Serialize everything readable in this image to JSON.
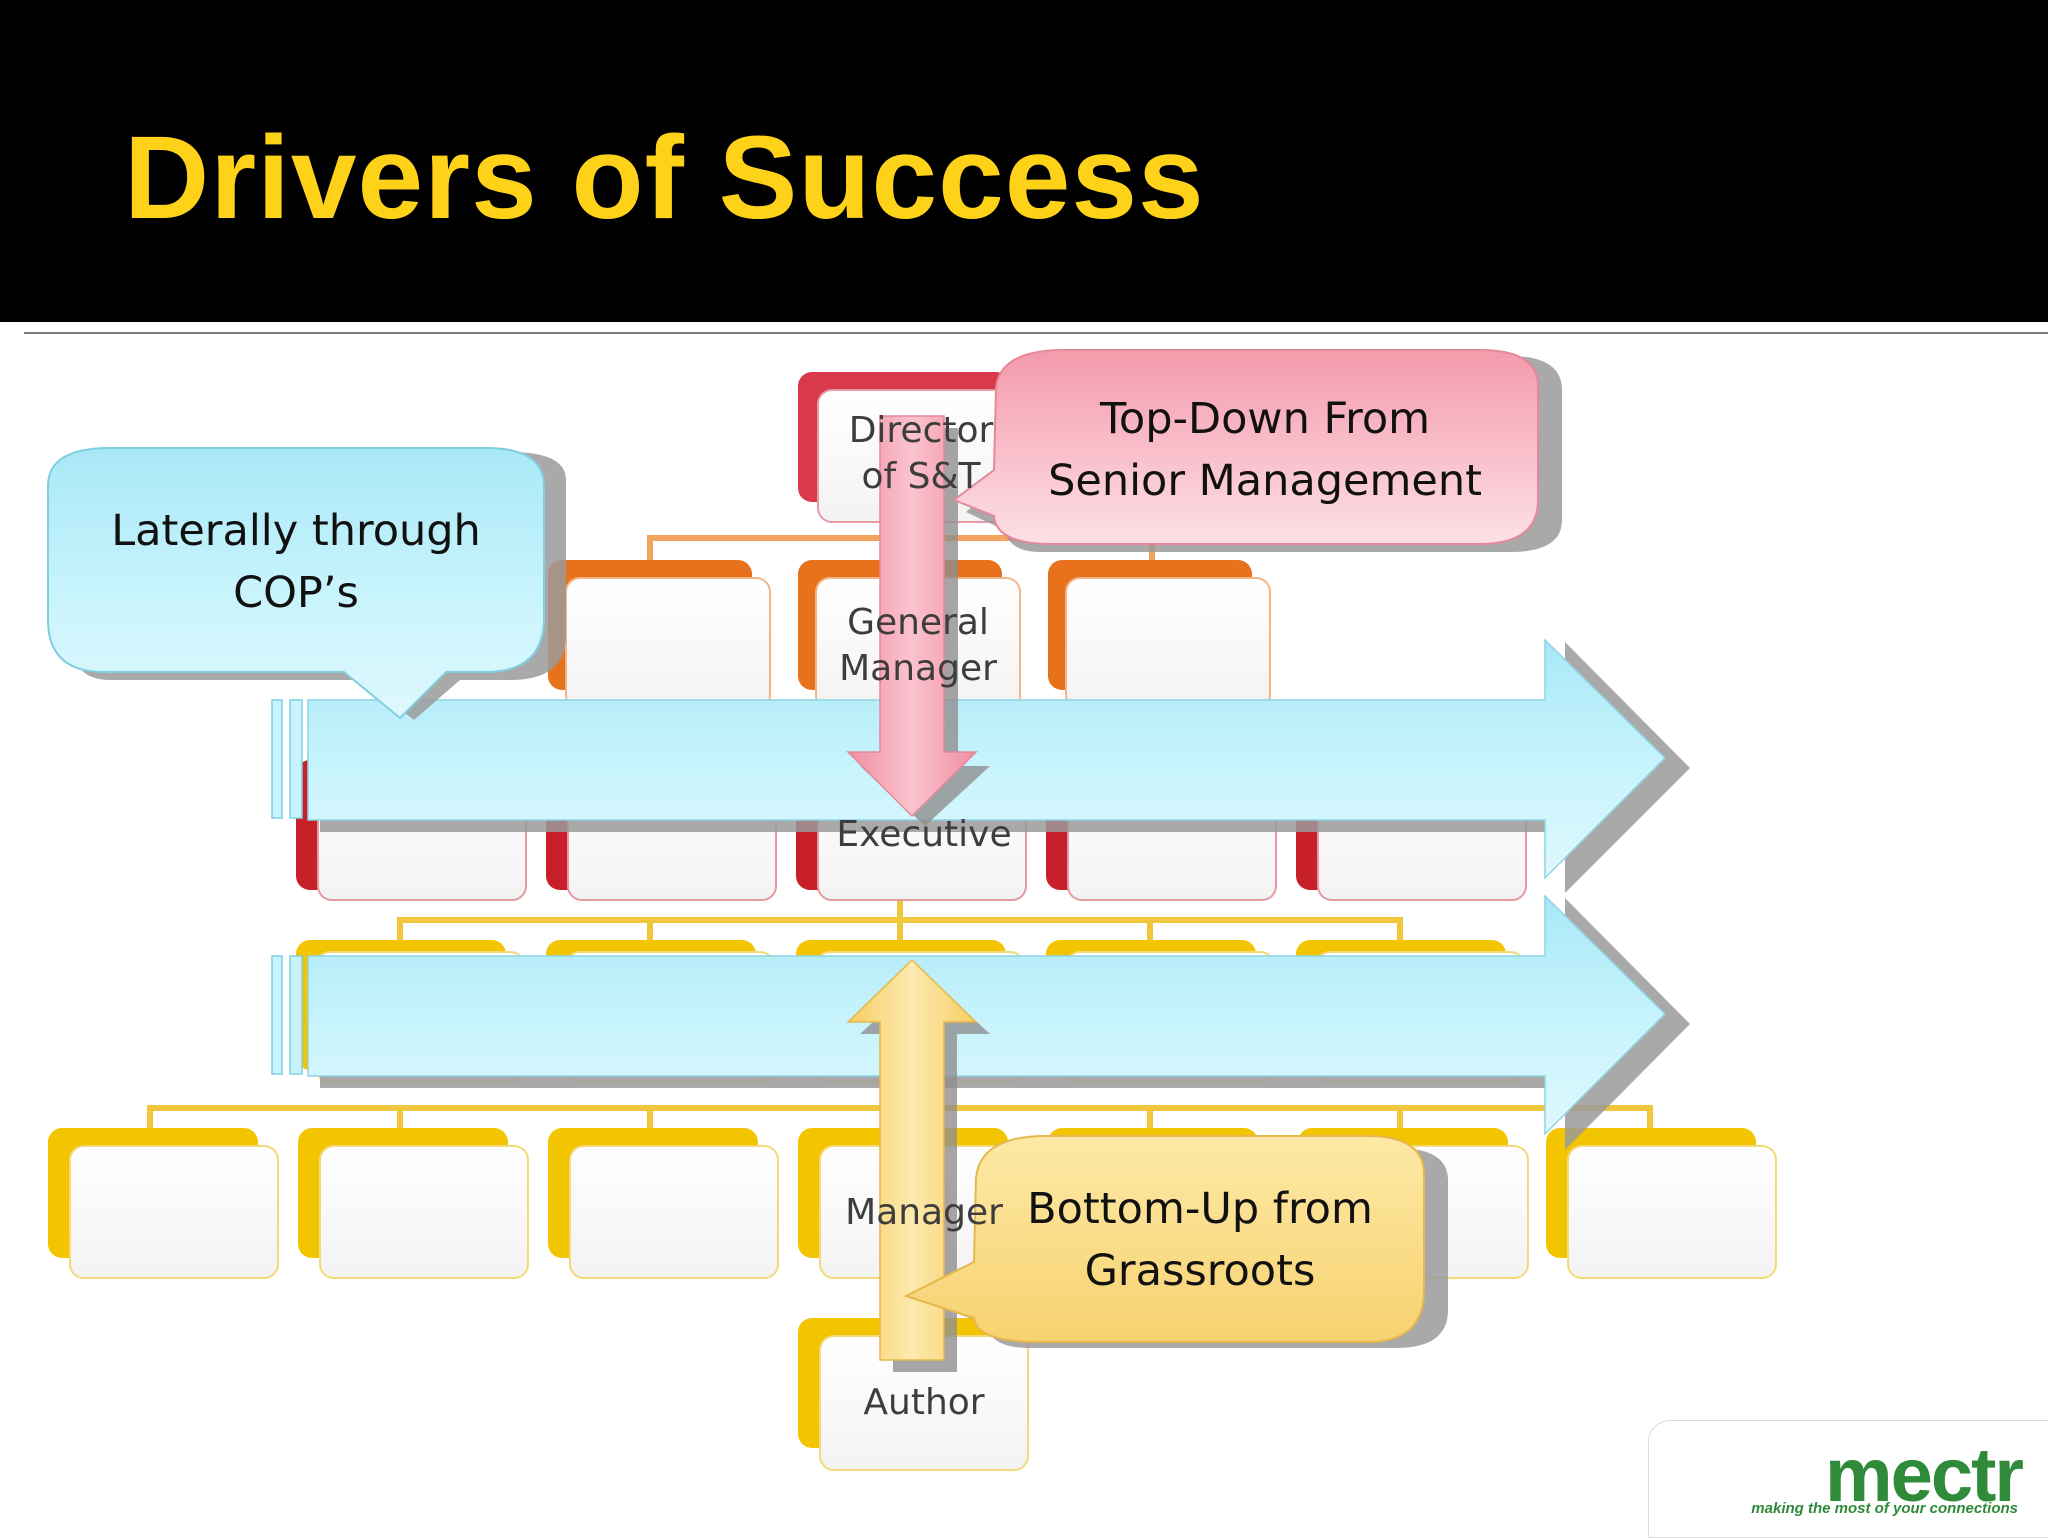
{
  "title": "Drivers of Success",
  "org_chart": {
    "director": "Director\nof S&T",
    "general_manager": "General\nManager",
    "executive": "Executive",
    "manager": "Manager",
    "author": "Author"
  },
  "callouts": {
    "top_down": "Top-Down From\nSenior Management",
    "lateral": "Laterally through\nCOP’s",
    "bottom_up": "Bottom-Up from\nGrassroots"
  },
  "logo": {
    "wordmark": "mectr",
    "tagline": "making the most of your connections"
  },
  "colors": {
    "title": "#ffd21a",
    "director_tier": "#d9394b",
    "gm_tier": "#e8721c",
    "exec_tier": "#c8202a",
    "lower_tier": "#f3c400",
    "arrow_blue": "#b7eefb",
    "arrow_pink": "#f7a7b6",
    "arrow_yellow": "#fbe08a",
    "logo_green": "#2f8a3a"
  }
}
